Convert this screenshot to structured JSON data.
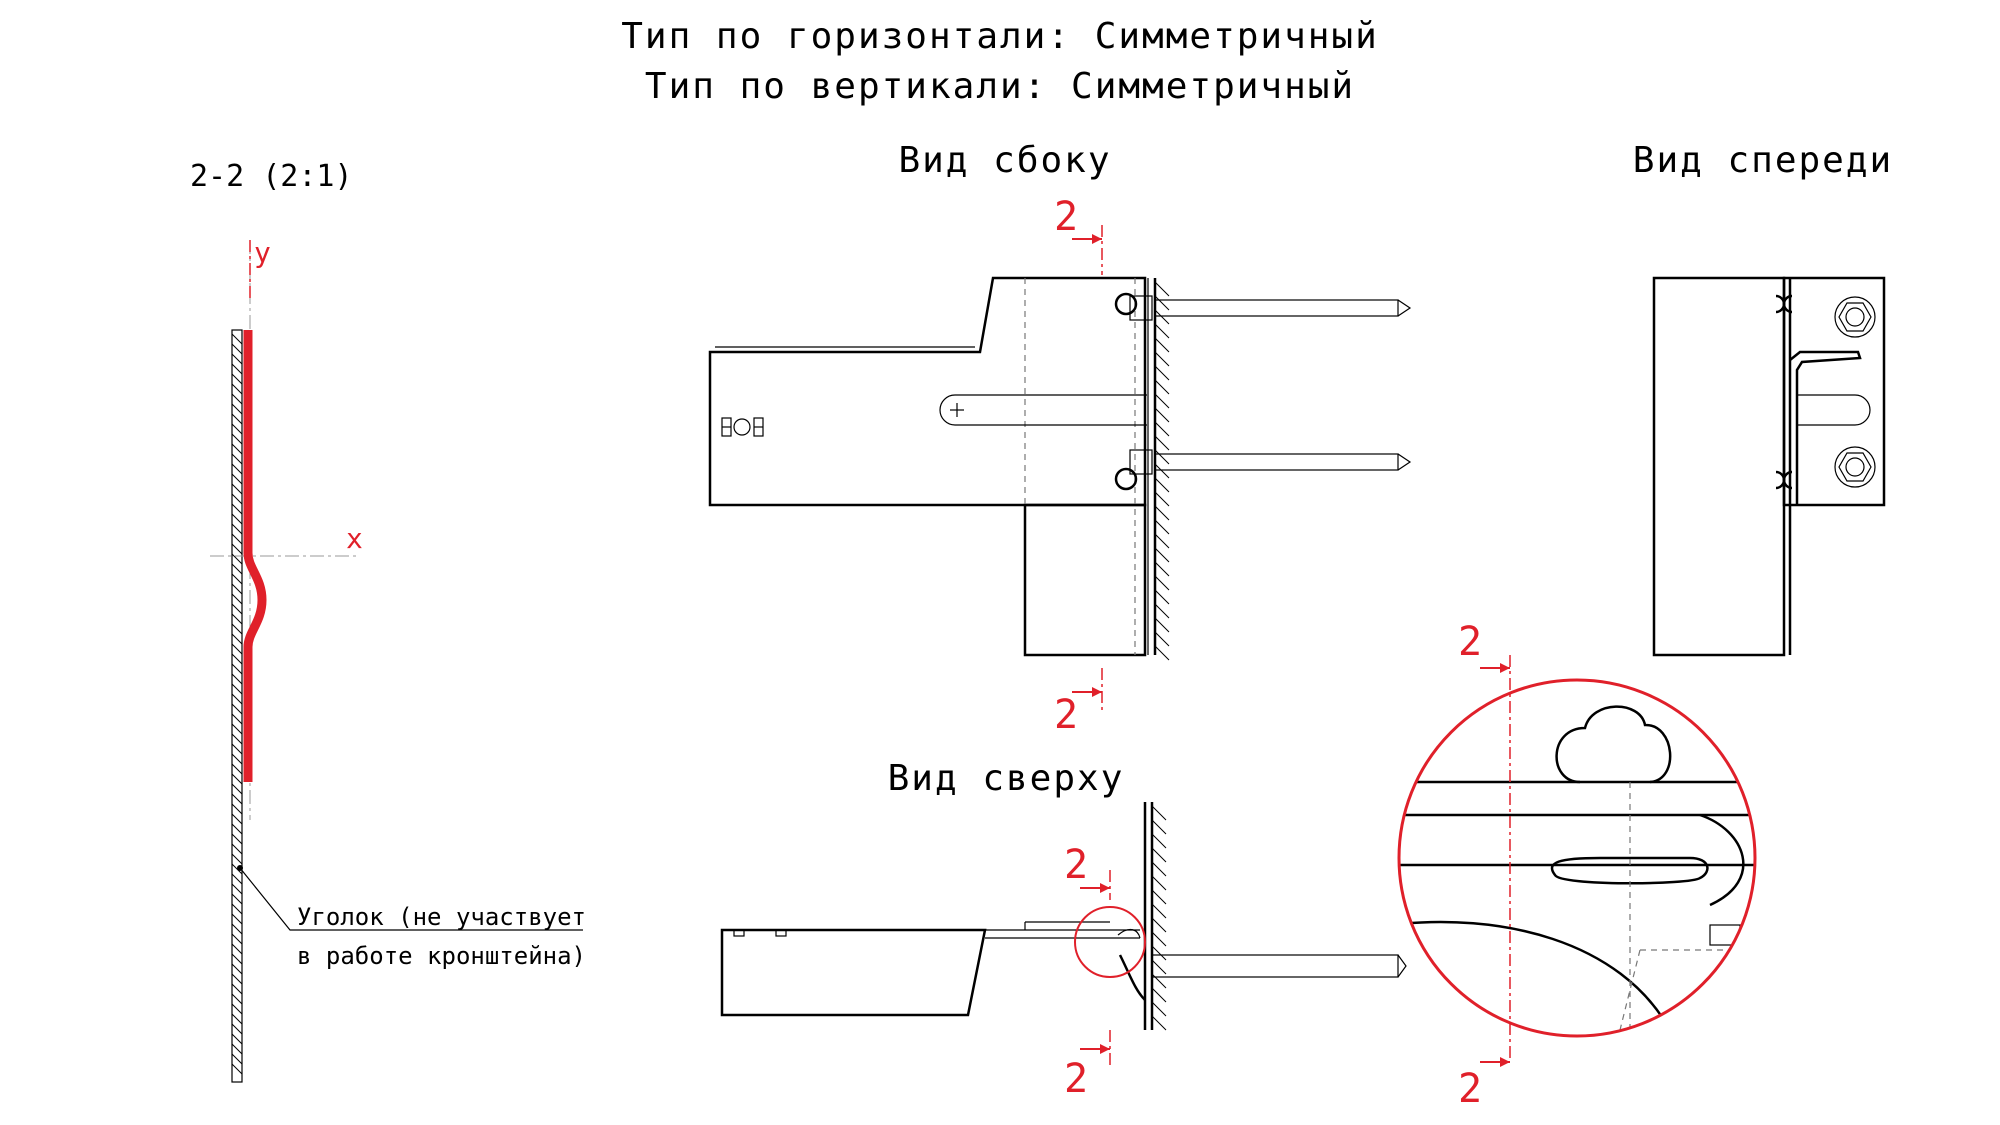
{
  "header": {
    "line1": "Тип по горизонтали: Симметричный",
    "line2": "Тип по вертикали: Симметричный"
  },
  "section": {
    "label": "2-2 (2:1)",
    "axis_x": "x",
    "axis_y": "y",
    "note_line1": "Уголок (не участвует",
    "note_line2": "в работе кронштейна)"
  },
  "views": {
    "side": "Вид сбоку",
    "front": "Вид спереди",
    "top": "Вид сверху"
  },
  "cut_marks": {
    "label": "2"
  },
  "colors": {
    "section_profile": "#e0202a",
    "lines": "#000000"
  }
}
